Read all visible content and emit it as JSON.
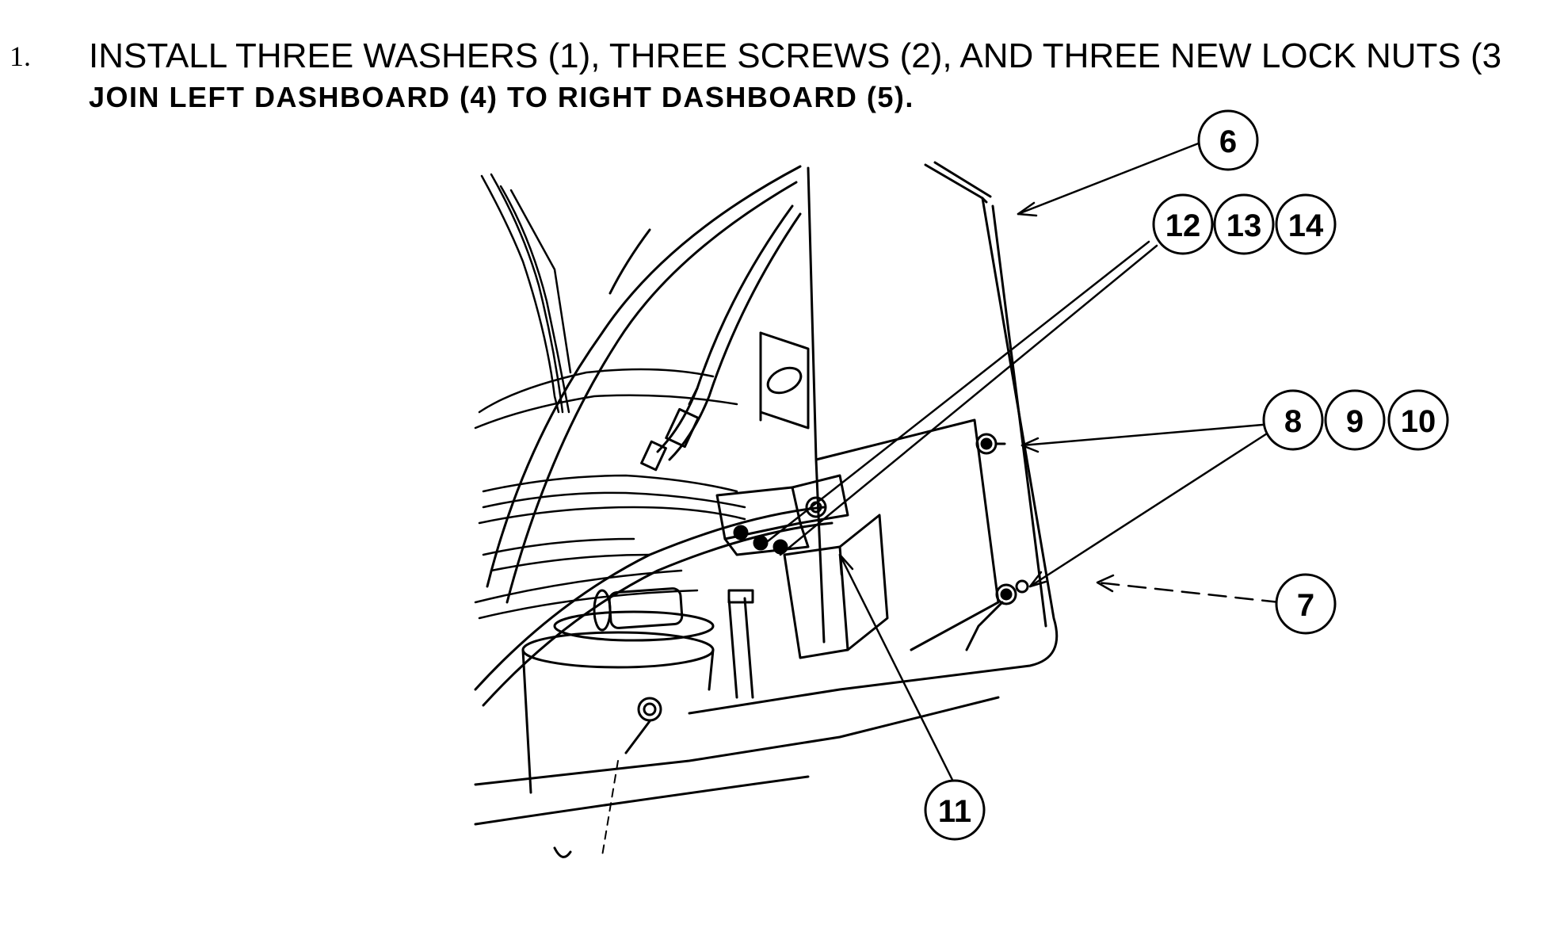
{
  "instruction": {
    "number": "1.",
    "line1": "INSTALL THREE WASHERS (1), THREE SCREWS (2), AND THREE NEW LOCK NUTS (3",
    "line2": "JOIN LEFT DASHBOARD (4) TO RIGHT DASHBOARD (5)."
  },
  "callouts": {
    "c6": "6",
    "c12": "12",
    "c13": "13",
    "c14": "14",
    "c8": "8",
    "c9": "9",
    "c10": "10",
    "c7": "7",
    "c11": "11"
  }
}
